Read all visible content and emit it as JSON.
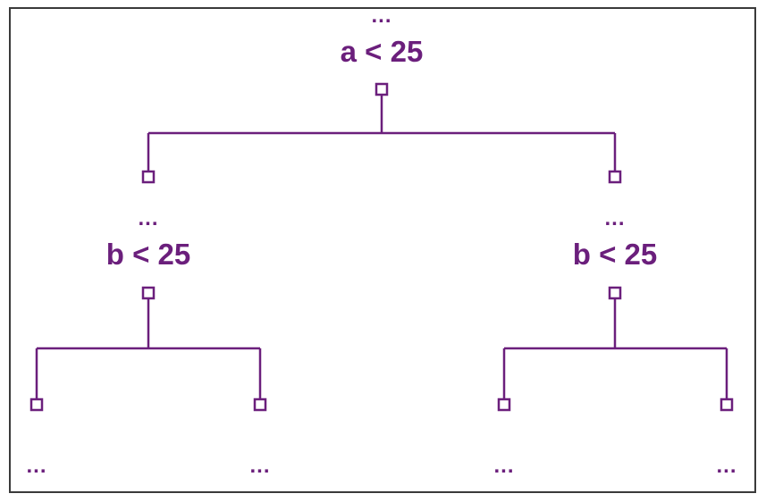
{
  "colors": {
    "accent": "#6b1f7c",
    "border": "#3a3a3a"
  },
  "root": {
    "ellipsis": "...",
    "condition": "a < 25"
  },
  "left": {
    "ellipsis": "...",
    "condition": "b < 25"
  },
  "right": {
    "ellipsis": "...",
    "condition": "b < 25"
  },
  "leaves": [
    {
      "ellipsis": "..."
    },
    {
      "ellipsis": "..."
    },
    {
      "ellipsis": "..."
    },
    {
      "ellipsis": "..."
    }
  ]
}
